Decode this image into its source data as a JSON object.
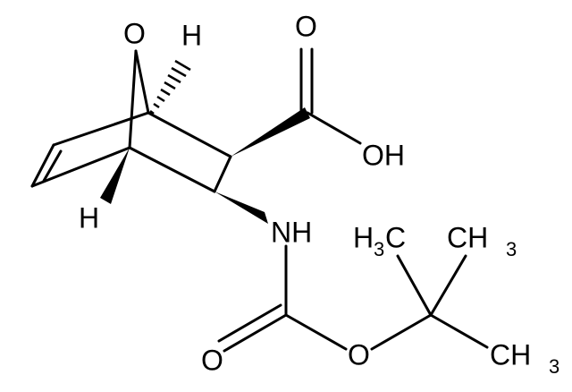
{
  "atoms": {
    "bridge_o": "O",
    "h_top": "H",
    "h_bottom": "H",
    "carbonyl_o_acid": "O",
    "hydroxyl": "OH",
    "nh": "NH",
    "carbonyl_o_boc": "O",
    "ester_o": "O",
    "methyl_top_left_h": "H",
    "methyl_top_left_c": "C",
    "methyl_top_right_c": "CH",
    "methyl_bottom_c": "CH",
    "subscript_3": "3"
  }
}
